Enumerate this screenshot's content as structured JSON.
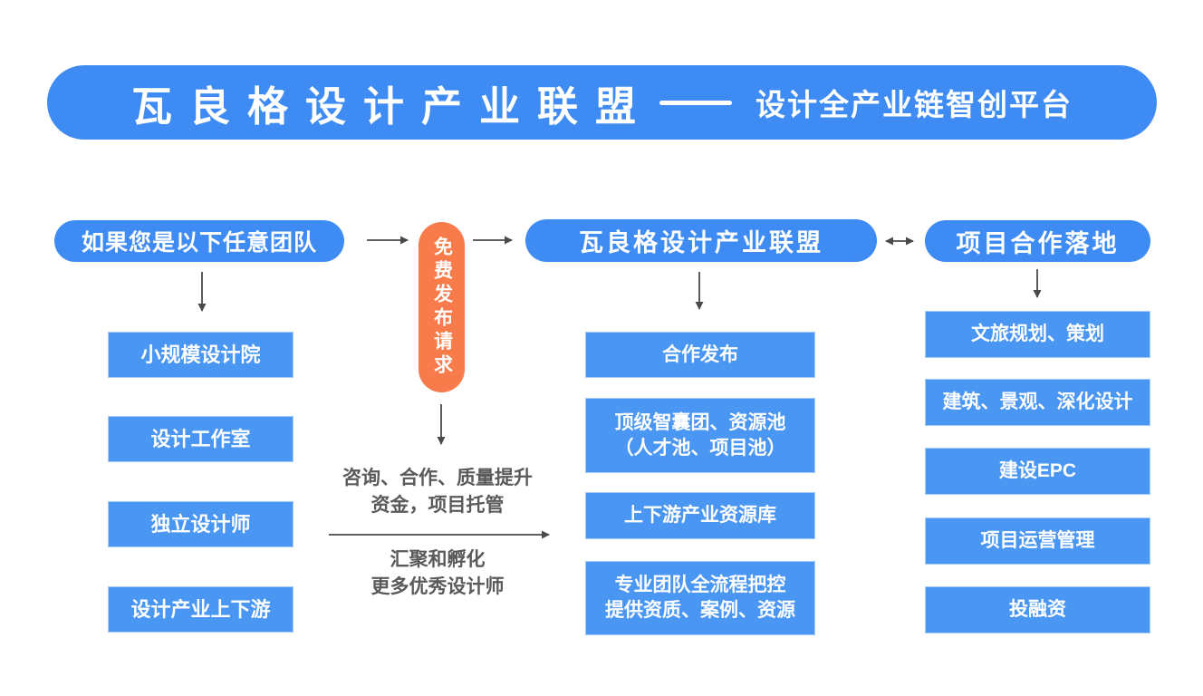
{
  "banner": {
    "title": "瓦良格设计产业联盟",
    "subtitle": "设计全产业链智创平台"
  },
  "colors": {
    "blue": "#3e8cf3",
    "box_blue": "#4a96f3",
    "orange": "#f87b4b",
    "arrow": "#4a4a4a",
    "annotation": "#5a5a5a"
  },
  "left_column": {
    "header": "如果您是以下任意团队",
    "items": [
      "小规模设计院",
      "设计工作室",
      "独立设计师",
      "设计产业上下游"
    ]
  },
  "middle": {
    "orange_pill": "免费发布请求",
    "annotation_top": {
      "line1": "咨询、合作、质量提升",
      "line2": "资金，项目托管"
    },
    "annotation_bottom": {
      "line1": "汇聚和孵化",
      "line2": "更多优秀设计师"
    }
  },
  "center_column": {
    "header": "瓦良格设计产业联盟",
    "items": [
      {
        "line1": "合作发布",
        "line2": ""
      },
      {
        "line1": "顶级智囊团、资源池",
        "line2": "（人才池、项目池）"
      },
      {
        "line1": "上下游产业资源库",
        "line2": ""
      },
      {
        "line1": "专业团队全流程把控",
        "line2": "提供资质、案例、资源"
      }
    ]
  },
  "right_column": {
    "header": "项目合作落地",
    "items": [
      "文旅规划、策划",
      "建筑、景观、深化设计",
      "建设EPC",
      "项目运营管理",
      "投融资"
    ]
  }
}
